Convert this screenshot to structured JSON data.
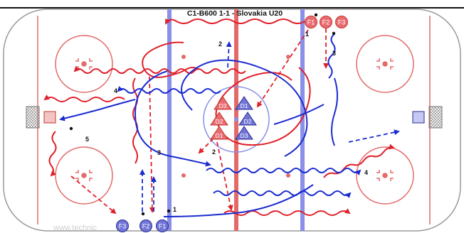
{
  "title": "C1-B600 1-1 - Slovakia U20",
  "watermark": "www.technic",
  "colors": {
    "red_player_fill": "#e96b72",
    "red_player_stroke": "#c0392b",
    "blue_player_fill": "#6f74d6",
    "blue_player_stroke": "#2b2f8f",
    "red_line": "#e0202a",
    "blue_line": "#1a2bd0",
    "rink_red": "#e46a6a",
    "rink_blue": "#8a8fe8"
  },
  "players": {
    "top_forwards": [
      "F1",
      "F2",
      "F3"
    ],
    "bottom_forwards": [
      "F3",
      "F2",
      "F1"
    ],
    "center_red": [
      "D3",
      "D2",
      "D1"
    ],
    "center_blue": [
      "D1",
      "D2",
      "D3"
    ]
  },
  "step_labels": {
    "s1_top": "1",
    "s2_top": "2",
    "s3_right": "3",
    "s4_left": "4",
    "s5_left": "5",
    "s3_left": "3",
    "s2_center": "2",
    "s1_bottom": "1",
    "s4_right": "4"
  }
}
